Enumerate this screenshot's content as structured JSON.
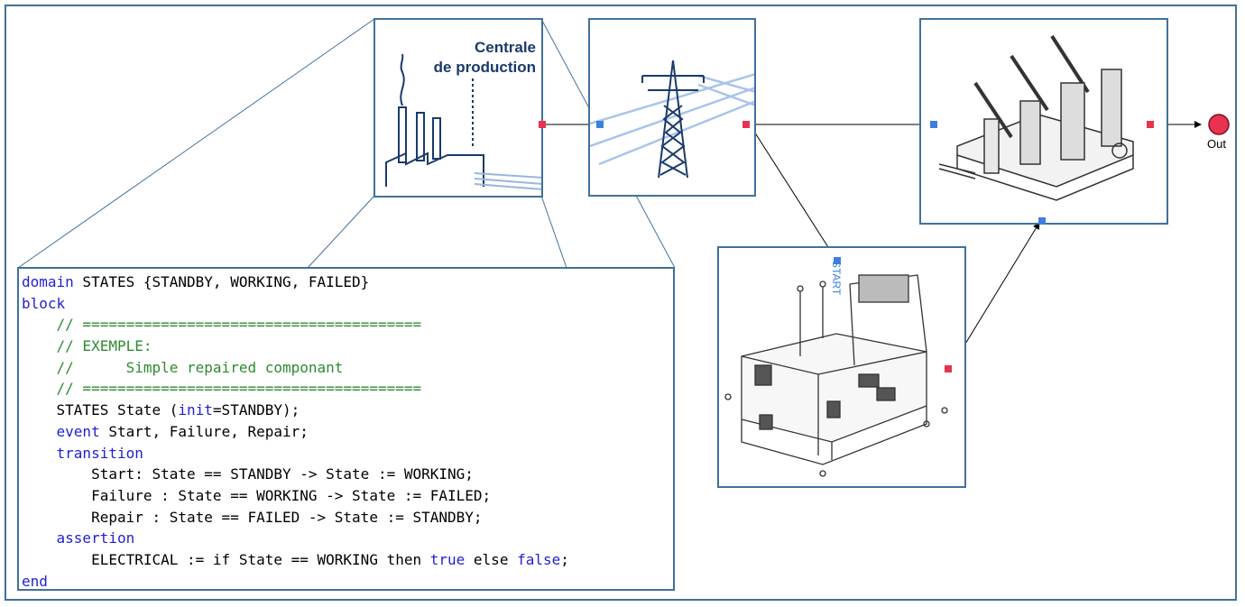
{
  "diagram": {
    "blocks": [
      {
        "id": "power-plant",
        "label_line1": "Centrale",
        "label_line2": "de production"
      },
      {
        "id": "transmission-tower"
      },
      {
        "id": "circuit-breaker"
      },
      {
        "id": "generator",
        "input_label": "START"
      }
    ],
    "output_label": "Out",
    "code_lines": [
      [
        {
          "t": "domain",
          "c": "kw"
        },
        {
          "t": " STATES {STANDBY, WORKING, FAILED}",
          "c": ""
        }
      ],
      [
        {
          "t": "block",
          "c": "kw"
        }
      ],
      [
        {
          "t": "    // =======================================",
          "c": "cm"
        }
      ],
      [
        {
          "t": "    // EXEMPLE:",
          "c": "cm"
        }
      ],
      [
        {
          "t": "    //      Simple repaired componant",
          "c": "cm"
        }
      ],
      [
        {
          "t": "    // =======================================",
          "c": "cm"
        }
      ],
      [
        {
          "t": "    STATES State (",
          "c": ""
        },
        {
          "t": "init",
          "c": "kw"
        },
        {
          "t": "=STANDBY);",
          "c": ""
        }
      ],
      [
        {
          "t": "    ",
          "c": ""
        },
        {
          "t": "event",
          "c": "kw"
        },
        {
          "t": " Start, Failure, Repair;",
          "c": ""
        }
      ],
      [
        {
          "t": "    ",
          "c": ""
        },
        {
          "t": "transition",
          "c": "kw"
        }
      ],
      [
        {
          "t": "        Start: State == STANDBY -> State := WORKING;",
          "c": ""
        }
      ],
      [
        {
          "t": "        Failure : State == WORKING -> State := FAILED;",
          "c": ""
        }
      ],
      [
        {
          "t": "        Repair : State == FAILED -> State := STANDBY;",
          "c": ""
        }
      ],
      [
        {
          "t": "    ",
          "c": ""
        },
        {
          "t": "assertion",
          "c": "kw"
        }
      ],
      [
        {
          "t": "        ELECTRICAL := if State == WORKING then ",
          "c": ""
        },
        {
          "t": "true",
          "c": "kw"
        },
        {
          "t": " else ",
          "c": ""
        },
        {
          "t": "false",
          "c": "kw"
        },
        {
          "t": ";",
          "c": ""
        }
      ],
      [
        {
          "t": "end",
          "c": "kw"
        }
      ]
    ],
    "colors": {
      "frame": "#41719c",
      "input_port": "#3d7fe0",
      "output_port": "#e8324f",
      "keyword": "#1f1fd6",
      "comment": "#2e8b2e"
    }
  }
}
